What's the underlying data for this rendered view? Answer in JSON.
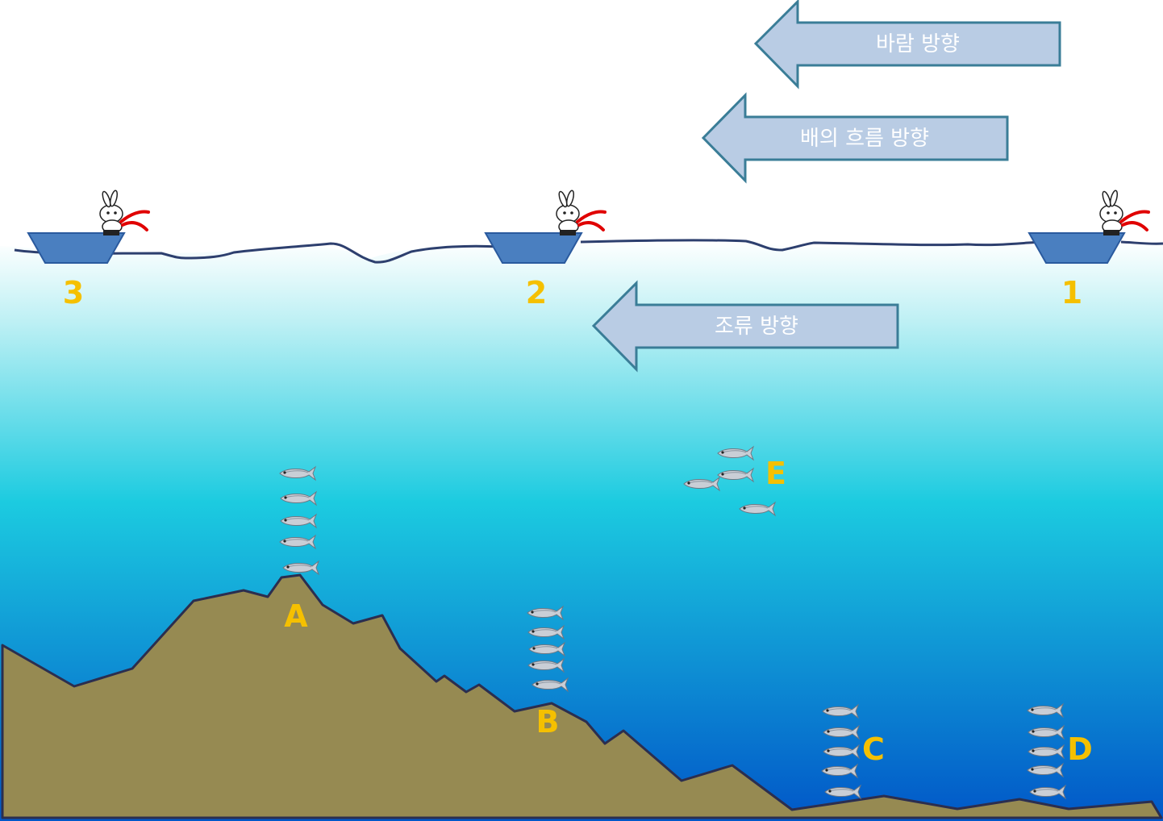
{
  "arrows": {
    "wind": "바람 방향",
    "drift": "배의 흐름 방향",
    "tide": "조류 방향"
  },
  "boats": [
    {
      "number": "1"
    },
    {
      "number": "2"
    },
    {
      "number": "3"
    }
  ],
  "points": {
    "a": "A",
    "b": "B",
    "c": "C",
    "d": "D",
    "e": "E"
  },
  "colors": {
    "sea_top": "#ffffff",
    "sea_mid": "#1ccbe0",
    "sea_bottom": "#0157c8",
    "seabed": "#968a52",
    "seabed_outline": "#2b2e4f",
    "arrow_fill": "#b9cce4",
    "arrow_stroke": "#3a7d97",
    "boat": "#4a7fc0",
    "label": "#f5c000"
  },
  "icons": [
    "boat-icon",
    "rabbit-angler-icon",
    "fish-icon"
  ]
}
